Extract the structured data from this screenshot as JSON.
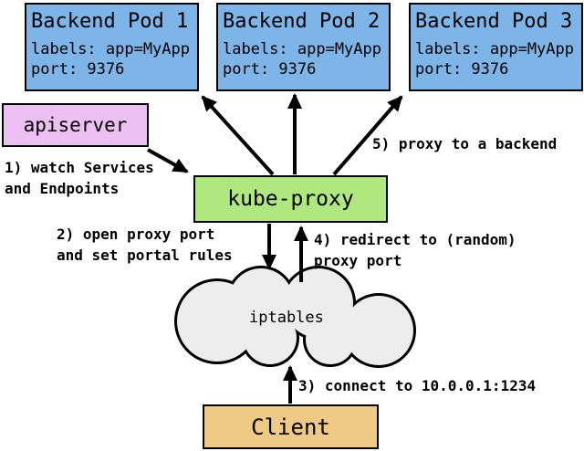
{
  "colors": {
    "pod_fill": "#7eb5e8",
    "apiserver_fill": "#edc0f4",
    "kube_proxy_fill": "#aee87f",
    "cloud_fill": "#ededed",
    "client_fill": "#efca84"
  },
  "pods": [
    {
      "title": "Backend Pod 1",
      "labels": "labels: app=MyApp",
      "port": "port: 9376"
    },
    {
      "title": "Backend Pod 2",
      "labels": "labels: app=MyApp",
      "port": "port: 9376"
    },
    {
      "title": "Backend Pod 3",
      "labels": "labels: app=MyApp",
      "port": "port: 9376"
    }
  ],
  "nodes": {
    "apiserver": "apiserver",
    "kube_proxy": "kube-proxy",
    "iptables": "iptables",
    "client": "Client"
  },
  "annotations": {
    "step1": "1) watch Services\nand Endpoints",
    "step2": "2) open proxy port\nand set portal rules",
    "step3": "3) connect to 10.0.0.1:1234",
    "step4": "4) redirect to (random)\nproxy port",
    "step5": "5) proxy to a backend"
  }
}
